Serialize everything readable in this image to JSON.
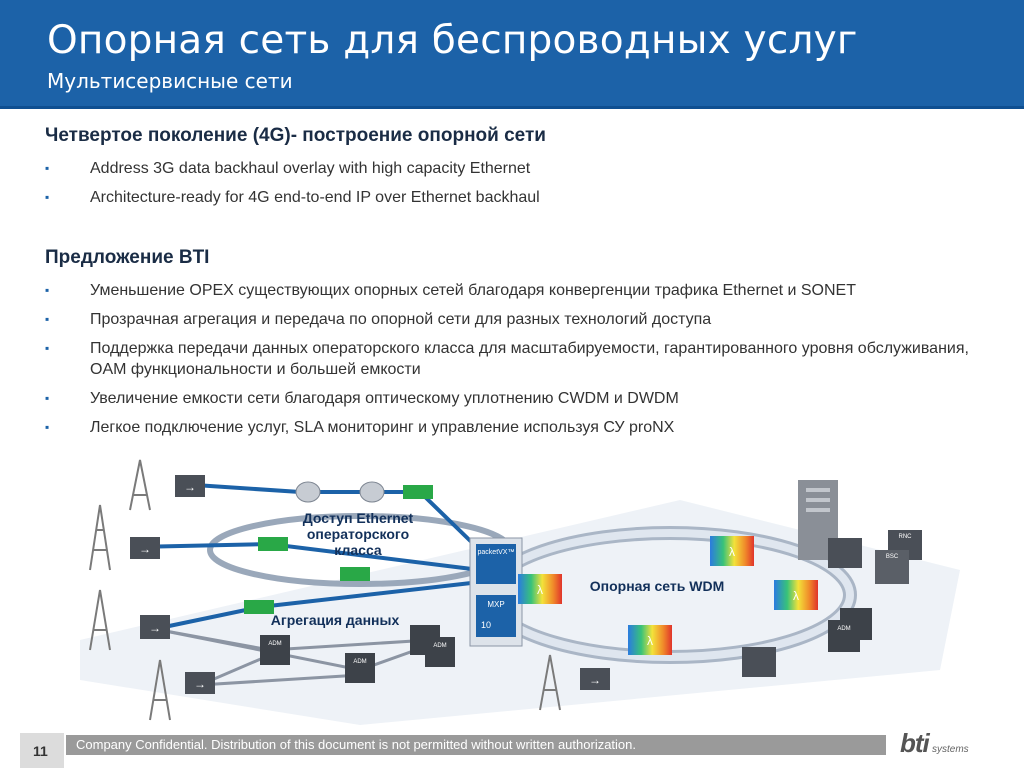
{
  "header": {
    "title": "Опорная сеть для беспроводных услуг",
    "subtitle": "Мультисервисные сети"
  },
  "section1": {
    "title": "Четвертое поколение (4G)- построение опорной сети",
    "bullets": [
      "Address 3G data backhaul overlay with high capacity Ethernet",
      "Architecture-ready for 4G end-to-end IP over Ethernet backhaul"
    ]
  },
  "section2": {
    "title": "Предложение BTI",
    "bullets": [
      "Уменьшение OPEX существующих опорных сетей благодаря конвергенции трафика Ethernet и SONET",
      "Прозрачная агрегация и передача по опорной сети для разных технологий доступа",
      "Поддержка передачи данных операторского класса для масштабируемости, гарантированного уровня обслуживания, OAM функциональности и большей емкости",
      "Увеличение емкости сети благодаря оптическому уплотнению CWDM и DWDM",
      "Легкое подключение услуг, SLA мониторинг и управление  используя СУ proNX"
    ]
  },
  "diagram": {
    "labels": {
      "ethernet_access": "Доступ Ethernet операторского класса",
      "aggregation": "Агрегация данных",
      "wdm_core": "Опорная сеть WDM"
    },
    "device_labels": {
      "packetvx": "packetVX™",
      "mxp": "MXP",
      "adm": "ADM",
      "rnc": "RNC",
      "bsc": "BSC",
      "lambda": "λ",
      "ten": "10"
    }
  },
  "footer": {
    "page_number": "11",
    "confidential": "Company Confidential. Distribution of this document is not permitted without written authorization.",
    "logo_main": "bti",
    "logo_sub": "systems"
  },
  "colors": {
    "header_bg": "#1c62a8",
    "accent": "#1c62a8",
    "footer_bar": "#9a9a9a"
  }
}
